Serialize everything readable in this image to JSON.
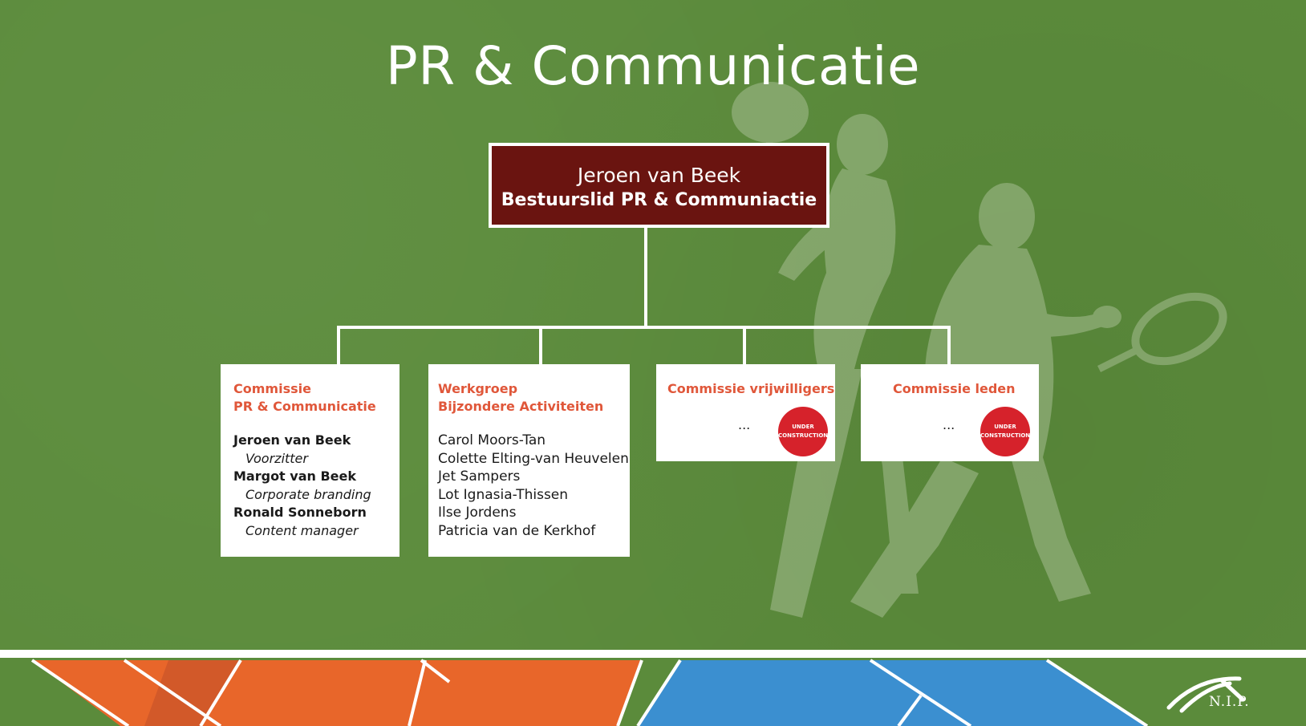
{
  "title": "PR & Communicatie",
  "head": {
    "name": "Jeroen van Beek",
    "role": "Bestuurslid PR & Communiactie"
  },
  "cards": [
    {
      "title_line1": "Commissie",
      "title_line2": "PR & Communicatie",
      "members": [
        {
          "name": "Jeroen van Beek",
          "role": "Voorzitter"
        },
        {
          "name": "Margot van Beek",
          "role": "Corporate branding"
        },
        {
          "name": "Ronald Sonneborn",
          "role": "Content manager"
        }
      ]
    },
    {
      "title_line1": "Werkgroep",
      "title_line2": "Bijzondere Activiteiten",
      "members": [
        "Carol Moors-Tan",
        "Colette Elting-van Heuvelen",
        "Jet Sampers",
        "Lot Ignasia-Thissen",
        "Ilse Jordens",
        "Patricia van de Kerkhof"
      ]
    },
    {
      "title": "Commissie vrijwilligers",
      "placeholder": "...",
      "badge_line1": "UNDER",
      "badge_line2": "CONSTRUCTION"
    },
    {
      "title": "Commissie leden",
      "placeholder": "...",
      "badge_line1": "UNDER",
      "badge_line2": "CONSTRUCTION"
    }
  ],
  "logo": {
    "text": "N.I.P."
  },
  "colors": {
    "background": "#5b8b3b",
    "head_box": "#6a1410",
    "accent_title": "#e0573a",
    "badge": "#d6222b",
    "court_orange": "#e8662a",
    "court_blue": "#3b8fd0"
  }
}
